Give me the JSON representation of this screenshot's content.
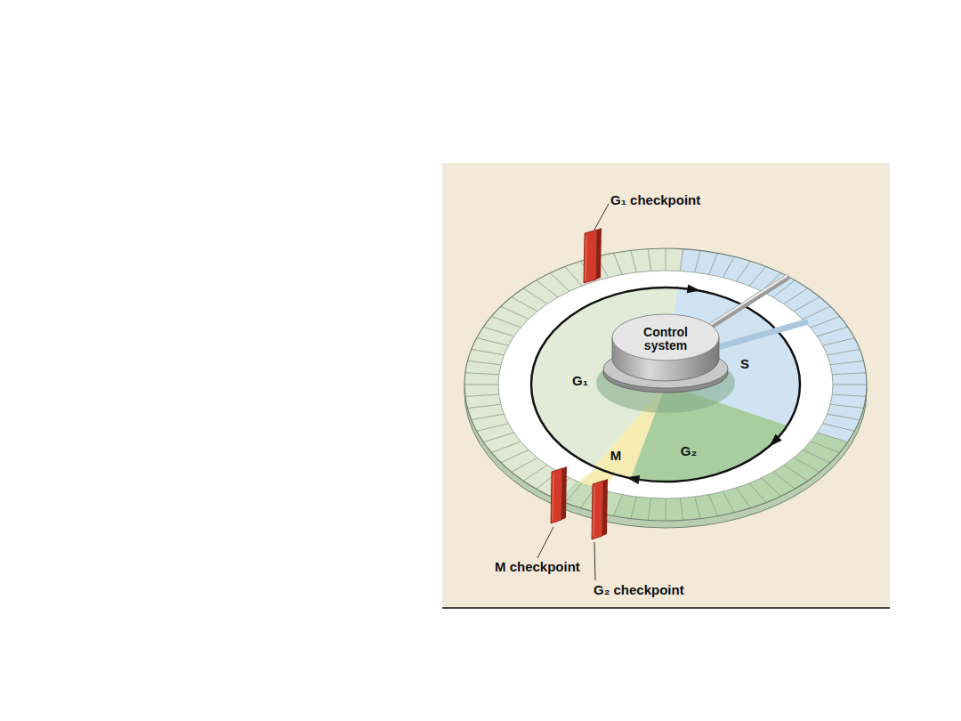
{
  "diagram": {
    "nodes": [
      {
        "text": [
          "Control system"
        ]
      }
    ],
    "labels": [
      "G₁ checkpoint",
      "G₁",
      "S",
      "G₂",
      "M",
      "M checkpoint",
      "G₂ checkpoint"
    ]
  }
}
